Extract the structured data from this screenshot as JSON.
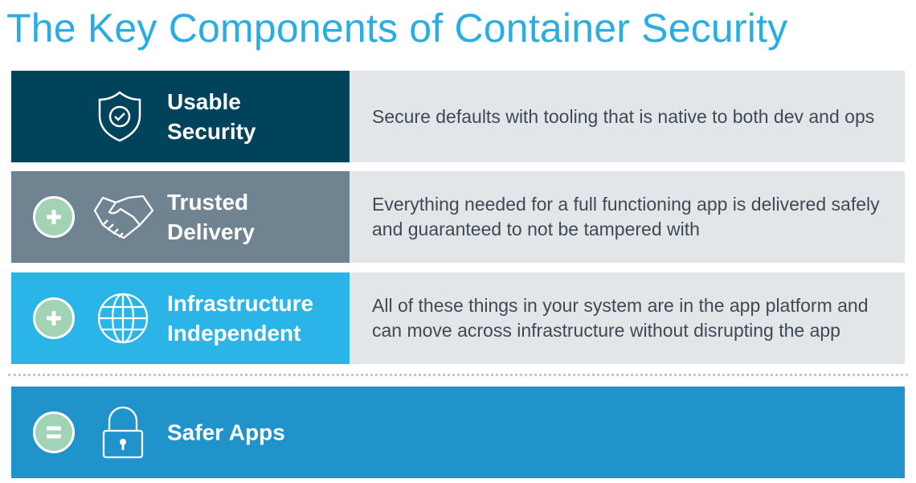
{
  "title": "The Key Components of Container Security",
  "colors": {
    "title": "#2aaee2",
    "usable": "#00435a",
    "trusted": "#6f8391",
    "infra": "#2ab4e8",
    "safer": "#2193cb",
    "panel": "#e3e6e9",
    "badge": "#a3d3b5"
  },
  "rows": [
    {
      "label_line1": "Usable",
      "label_line2": "Security",
      "icon": "shield-check-icon",
      "description": "Secure defaults with tooling that is native to both dev and ops"
    },
    {
      "label_line1": "Trusted",
      "label_line2": "Delivery",
      "icon": "handshake-icon",
      "badge": "plus",
      "description": "Everything needed for a full functioning app is delivered safely and guaranteed to not be tampered with"
    },
    {
      "label_line1": "Infrastructure",
      "label_line2": "Independent",
      "icon": "globe-icon",
      "badge": "plus",
      "description": "All of these things in your system are in the app platform and can move across infrastructure without disrupting the app"
    }
  ],
  "result": {
    "label": "Safer Apps",
    "icon": "padlock-icon",
    "badge": "equals"
  }
}
